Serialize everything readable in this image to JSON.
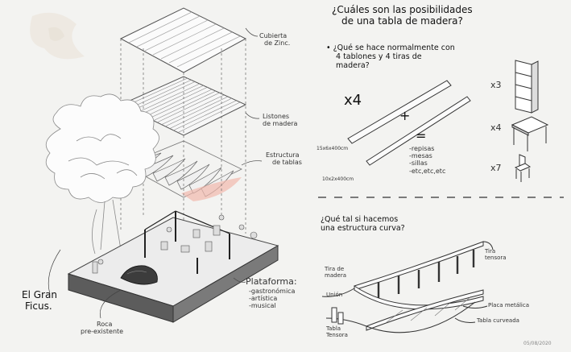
{
  "left": {
    "labels": {
      "cubierta": [
        "Cubierta",
        "de Zinc."
      ],
      "listones": [
        "Listones",
        "de madera"
      ],
      "estructura": [
        "Estructura",
        "de tablas"
      ],
      "plataforma_title": "Plataforma:",
      "plataforma_items": [
        "-gastronómica",
        "-artística",
        "-musical"
      ],
      "ficus": [
        "El Gran",
        "Ficus."
      ],
      "roca": [
        "Roca",
        "pre-existente"
      ]
    }
  },
  "right": {
    "question1": [
      "¿Cuáles son las posibilidades",
      "de una tabla de madera?"
    ],
    "question2": [
      "• ¿Qué se hace normalmente con",
      "4 tablones y 4 tiras de",
      "madera?"
    ],
    "multiplier": "x4",
    "plus": "+",
    "equals": "=",
    "dimension_a": "15x6x400cm",
    "dimension_b": "10x2x400cm",
    "uses": [
      "-repisas",
      "-mesas",
      "-sillas",
      "-etc,etc,etc"
    ],
    "counts": [
      "x3",
      "x4",
      "x7"
    ],
    "question3": [
      "¿Qué tal si hacemos",
      "una estructura curva?"
    ],
    "curve_labels": {
      "tira_tensora": [
        "Tira",
        "tensora"
      ],
      "tira_madera": [
        "Tira de",
        "madera"
      ],
      "union": "Unión",
      "tabla_tensora": [
        "Tabla",
        "Tensora"
      ],
      "placa": "Placa metálica",
      "tabla_curveada": "Tabla curveada"
    },
    "date": "05/08/2020"
  }
}
